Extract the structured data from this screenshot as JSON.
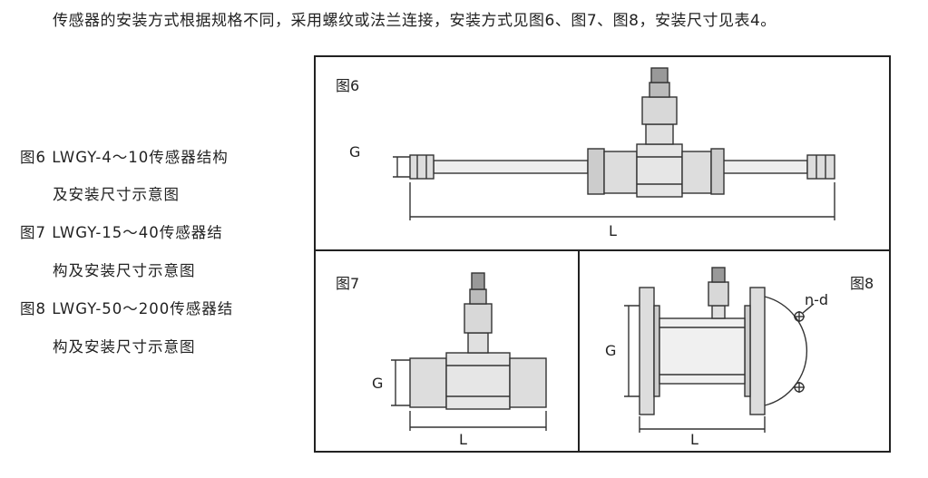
{
  "intro_text": "传感器的安装方式根据规格不同，采用螺纹或法兰连接，安装方式见图6、图7、图8，安装尺寸见表4。",
  "captions": [
    {
      "line1": "图6  LWGY-4～10传感器结构",
      "line2": "及安装尺寸示意图"
    },
    {
      "line1": "图7  LWGY-15～40传感器结",
      "line2": "构及安装尺寸示意图"
    },
    {
      "line1": "图8  LWGY-50～200传感器结",
      "line2": "构及安装尺寸示意图"
    }
  ],
  "figures": {
    "fig6": {
      "label": "图6",
      "dim_g": "G",
      "dim_l": "L"
    },
    "fig7": {
      "label": "图7",
      "dim_g": "G",
      "dim_l": "L"
    },
    "fig8": {
      "label": "图8",
      "dim_g": "G",
      "dim_l": "L",
      "dim_nd": "n-d"
    }
  }
}
